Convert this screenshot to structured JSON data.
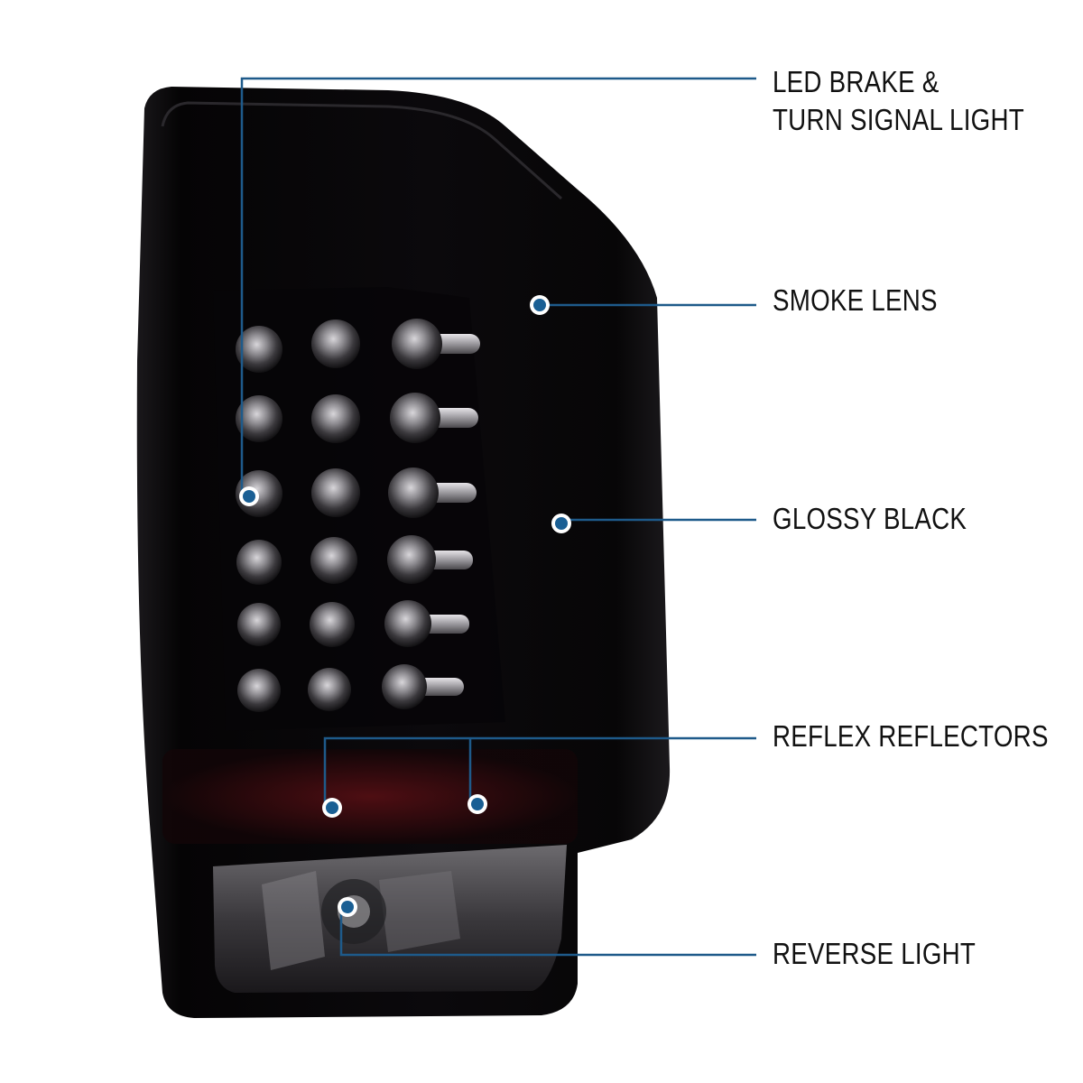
{
  "callouts": {
    "brake": {
      "line1": "LED BRAKE &",
      "line2": "TURN SIGNAL LIGHT"
    },
    "smoke": {
      "text": "SMOKE LENS"
    },
    "glossy": {
      "text": "GLOSSY BLACK"
    },
    "reflex": {
      "text": "REFLEX REFLECTORS"
    },
    "reverse": {
      "text": "REVERSE LIGHT"
    }
  },
  "colors": {
    "leader_line": "#1e5a8a",
    "dot_fill": "#1a5f94",
    "dot_ring": "#ffffff",
    "housing": "#0b0a0c",
    "label_text": "#111111"
  }
}
